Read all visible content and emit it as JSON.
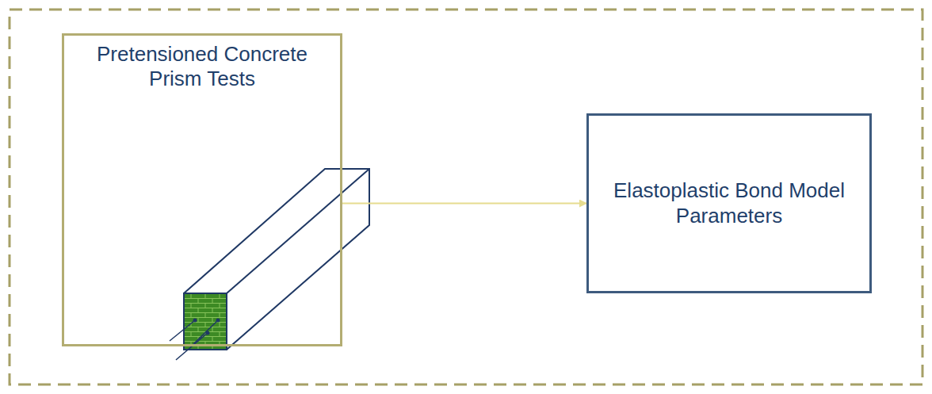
{
  "diagram": {
    "nodes": [
      {
        "text": [
          "Pretensioned Concrete Prism Tests"
        ]
      },
      {
        "text": [
          "Elastoplastic Bond Model Parameters"
        ]
      }
    ],
    "edges": [
      {
        "from": 0,
        "to": 1,
        "arrow": "to"
      }
    ]
  }
}
